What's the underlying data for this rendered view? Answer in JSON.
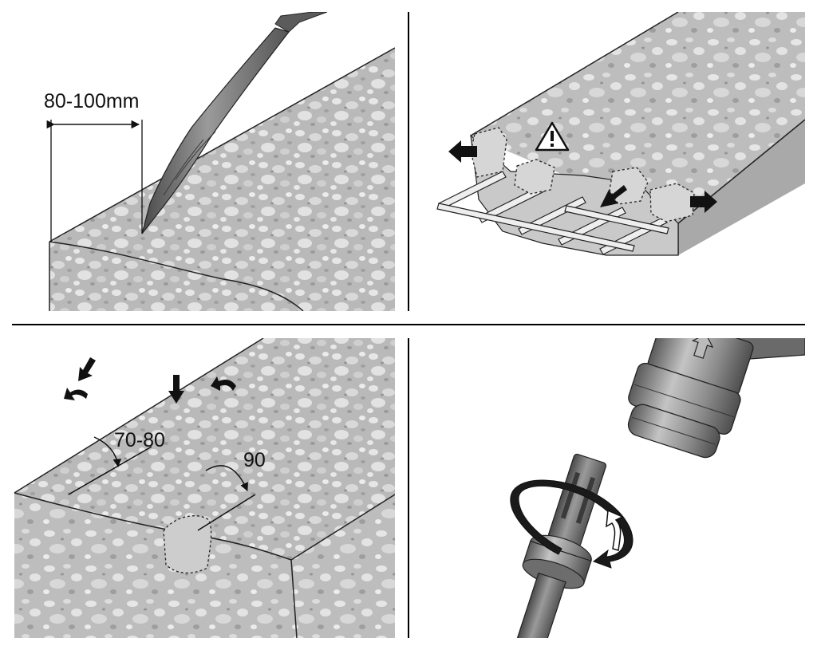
{
  "panels": {
    "top_left": {
      "dimension_label": "80-100mm"
    },
    "top_right": {
      "warning_icon": "warning-triangle-icon"
    },
    "bottom_left": {
      "angle_label_1": "70-80",
      "angle_label_2": "90"
    },
    "bottom_right": {
      "rotation_icon": "twist-arrow-icon"
    }
  },
  "colors": {
    "concrete": "#b9b9b9",
    "pebble_light": "#e6e6e6",
    "pebble_dark": "#8f8f8f",
    "tool_metal": "#6f6f6f",
    "divider": "#000000"
  }
}
